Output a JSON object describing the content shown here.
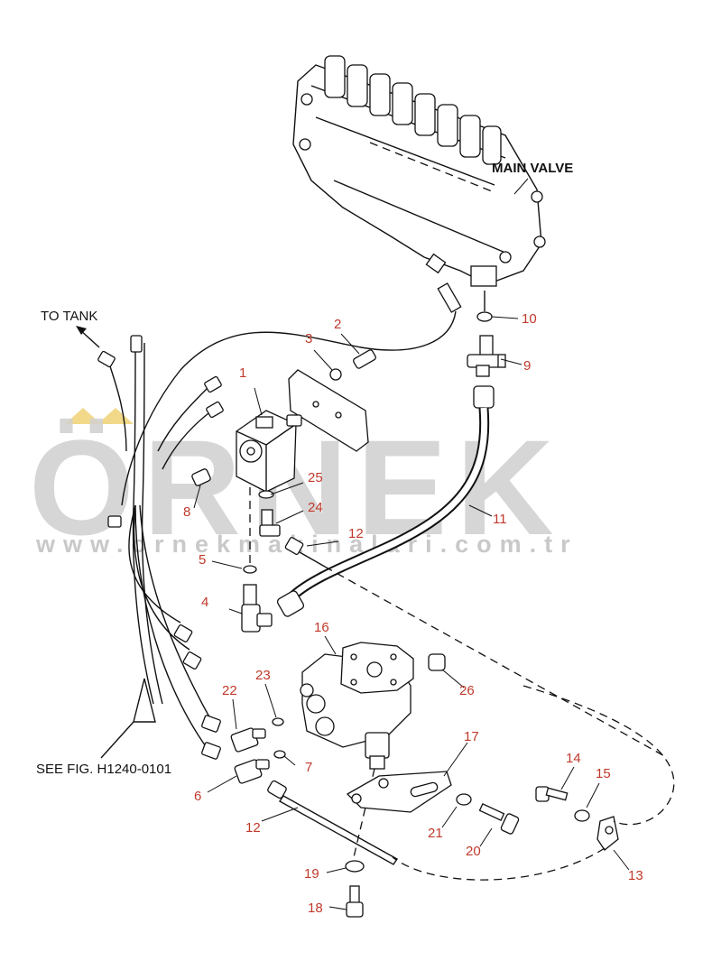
{
  "diagram": {
    "captions": {
      "main_valve": "MAIN VALVE",
      "to_tank": "TO TANK",
      "see_fig": "SEE FIG. H1240-0101"
    },
    "part_numbers": [
      "1",
      "2",
      "3",
      "4",
      "5",
      "6",
      "7",
      "8",
      "9",
      "10",
      "11",
      "12",
      "12",
      "13",
      "14",
      "15",
      "16",
      "17",
      "18",
      "19",
      "20",
      "21",
      "22",
      "23",
      "24",
      "25",
      "26"
    ],
    "watermark": {
      "brand": "ÖRNEK",
      "url": "www.ornekmakinalari.com.tr"
    },
    "colors": {
      "label": "#c0392b",
      "line": "#111111",
      "watermark": "#d0d0d0",
      "watermark_accent": "#f2d98a"
    }
  }
}
